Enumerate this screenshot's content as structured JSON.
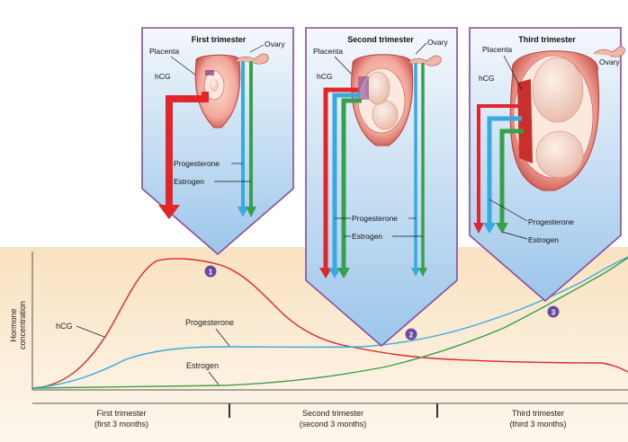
{
  "panels": [
    {
      "title": "First trimester",
      "placenta": "Placenta",
      "ovary": "Ovary",
      "hcg": "hCG",
      "progesterone": "Progesterone",
      "estrogen": "Estrogen",
      "marker": "1"
    },
    {
      "title": "Second trimester",
      "placenta": "Placenta",
      "ovary": "Ovary",
      "hcg": "hCG",
      "progesterone": "Progesterone",
      "estrogen": "Estrogen",
      "marker": "2"
    },
    {
      "title": "Third trimester",
      "placenta": "Placenta",
      "ovary": "Ovary",
      "hcg": "hCG",
      "progesterone": "Progesterone",
      "estrogen": "Estrogen",
      "marker": "3"
    }
  ],
  "graph": {
    "ylabel_line1": "Hormone",
    "ylabel_line2": "concentration",
    "curve_labels": {
      "hcg": "hCG",
      "progesterone": "Progesterone",
      "estrogen": "Estrogen"
    },
    "periods": [
      {
        "line1": "First trimester",
        "line2": "(first 3 months)"
      },
      {
        "line1": "Second trimester",
        "line2": "(second 3 months)"
      },
      {
        "line1": "Third trimester",
        "line2": "(third 3 months)"
      }
    ]
  },
  "colors": {
    "hcg": "#e0262b",
    "progesterone": "#3aa9e0",
    "estrogen": "#36a04a",
    "panel_border": "#8b4a9c",
    "marker": "#6a4aa0",
    "graph_bg_top": "#f9e2c0",
    "graph_bg_bottom": "#fdf7ee",
    "panel_top": "#f4f8fc",
    "panel_bottom": "#9cc6ea"
  }
}
